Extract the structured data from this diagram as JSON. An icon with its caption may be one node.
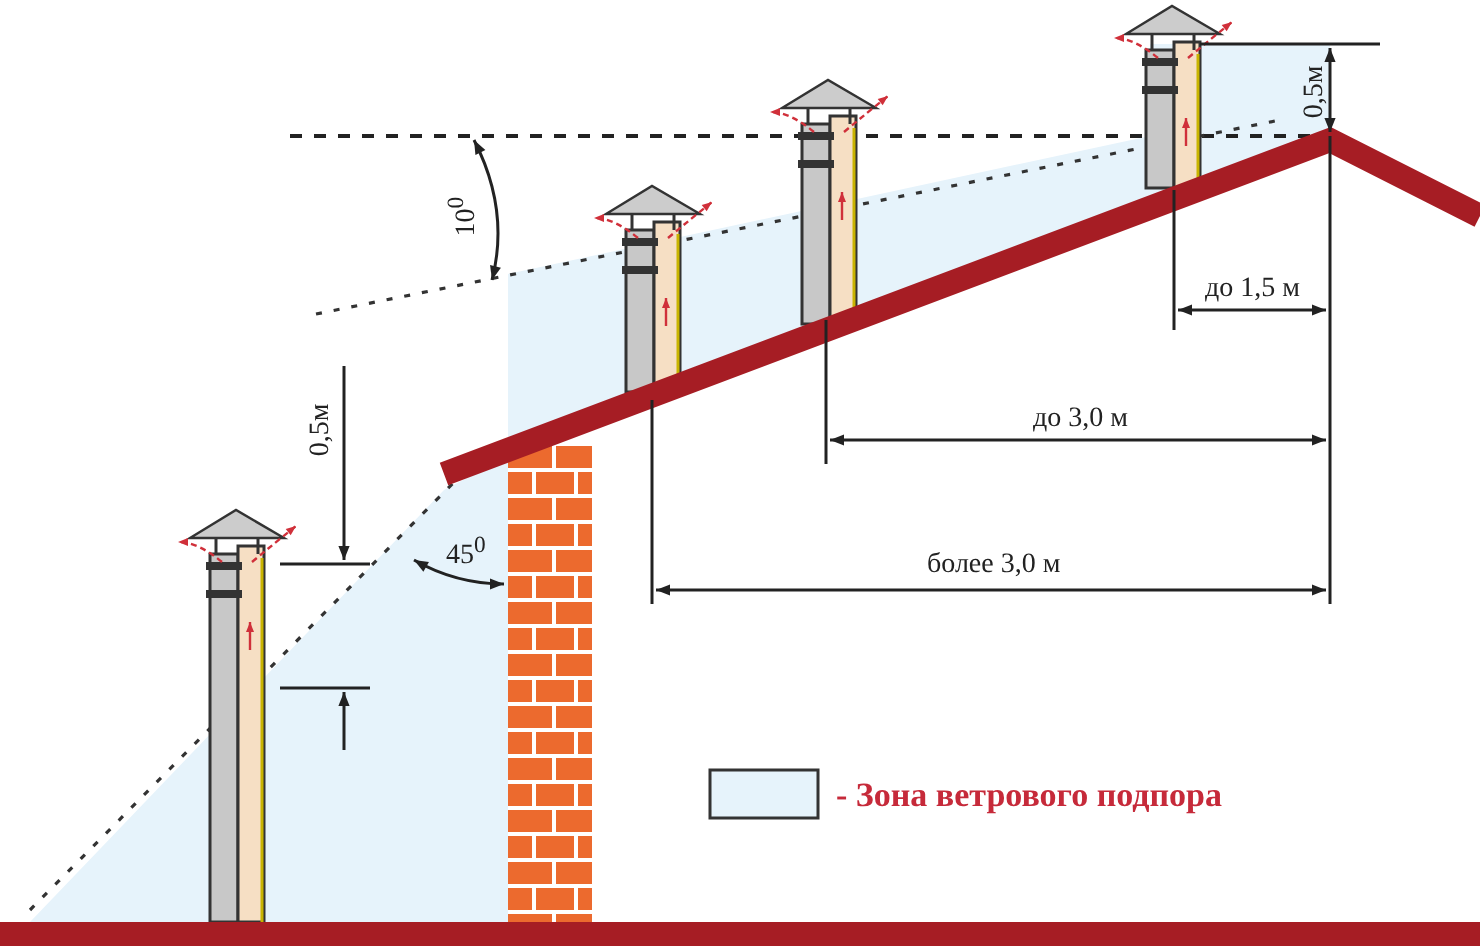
{
  "diagram": {
    "labels": [
      "0,5м",
      "10$^{0}$",
      "до 1,5 м",
      "до 3,0 м",
      "0,5м",
      "45$^{0}$",
      "более 3,0 м"
    ],
    "legend": [
      {
        "text": "- Зона ветрового подпора",
        "color": "#e6f3fb"
      }
    ]
  }
}
